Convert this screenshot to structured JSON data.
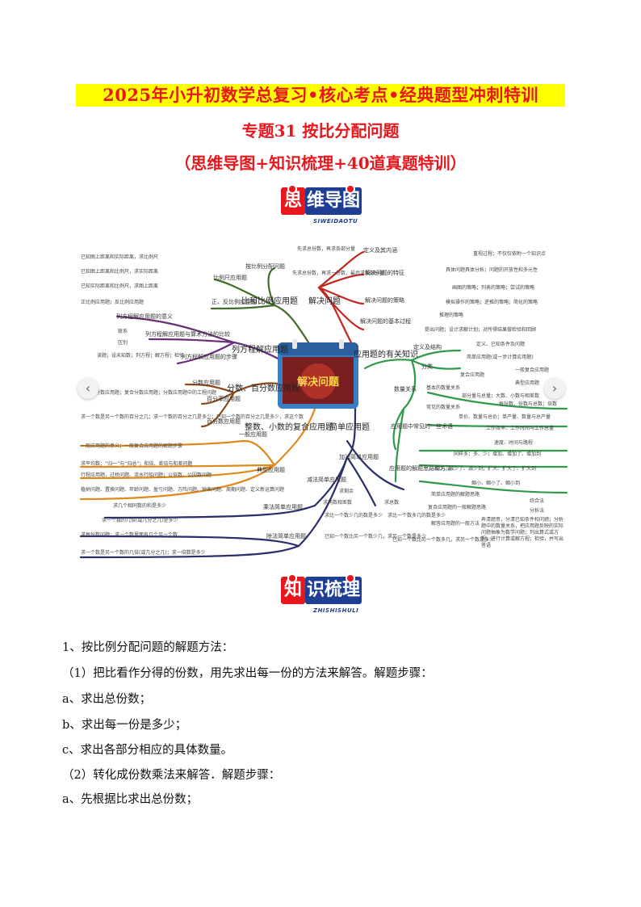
{
  "header": {
    "title_main": "2025年小升初数学总复习•核心考点•经典题型冲刺特训",
    "title_topic": "专题31  按比分配问题",
    "title_parts": "（思维导图+知识梳理+40道真题特训）"
  },
  "badges": {
    "mindmap_badge": {
      "part1": "思",
      "part2": "维导图",
      "sub": "SIWEIDAOTU"
    },
    "knowledge_badge": {
      "part1": "知",
      "part2": "识梳理",
      "sub": "ZHISHISHULI"
    }
  },
  "mindmap": {
    "center": "解决问题",
    "navigation": {
      "prev": "‹",
      "next": "›"
    },
    "branches": {
      "jiejue": {
        "label": "解决问题",
        "nodes": {
          "dingyi": "定义及其内涵",
          "tezheng": "解决问题的特征",
          "celue": "解决问题的策略",
          "guocheng": "解决问题的基本过程"
        },
        "leaves": [
          "重视过程；不仅仅依附一个知识点",
          "具体问题具体分析；问题的开放性和多元性",
          "画图的策略；列表的策略；尝试的策略",
          "模拟操作的策略；逆推的策略；简化的策略",
          "推理的策略",
          "提出问题；设计求解计划；对所得结果做检验和回顾"
        ]
      },
      "bili": {
        "label": "比和比例应用题",
        "nodes": {
          "fenpei": "按比例分配问题",
          "chi": "比例尺应用题",
          "zhengfan": "正、反比例应用题"
        },
        "leaves": [
          "先求总份数，再求各部分量",
          "先求总份数，再求一份数，最后求各部分量",
          "已知图上距离和实际距离，求比例尺",
          "已知图上距离和比例尺，求实际距离",
          "已知实际距离和比例尺，求图上距离",
          "正比例应用题；反比例应用题"
        ]
      },
      "fangcheng": {
        "label": "列方程解应用题",
        "nodes": {
          "yiyi": "列方程解应用题的意义",
          "bijiao": "列方程解应用题与算术方法的比较",
          "buzhou": "列方程解应用题的步骤"
        },
        "leaves": [
          "联系",
          "区别",
          "读题；设未知数；列方程；解方程；检验"
        ]
      },
      "fenshu": {
        "label": "分数、百分数应用题",
        "nodes": {
          "fenshu_app": "分数应用题",
          "baifenlv": "百分率应用题",
          "baifenshu": "百分数应用题"
        },
        "leaves": [
          "基本的分数应用题；复合分数应用题；分数应用题中的工程问题",
          "求一个数是另一个数的百分之几；求一个数的百分之几是多少；已知一个数的百分之几是多少，求这个数"
        ]
      },
      "zhengshu": {
        "label": "整数、小数的复合应用题",
        "nodes": {
          "yiban": "一般应用题",
          "dianxing": "典型应用题"
        },
        "leaves": [
          "一般应用题的意义；一般复合应用题的解题步骤",
          "求平均数；“归一”与“归总”；和倍、差倍与和差问题",
          "行程应用题，过桥问题、流水行船问题；公倍数、公因数问题",
          "植树问题、置换问题、年龄问题、盈亏问题、方阵问题、钟表问题、周期问题、定义新运算问题"
        ]
      },
      "jiandan": {
        "label": "简单应用题",
        "nodes": {
          "jiafa": "加法简单应用题",
          "jianfa": "减法简单应用题",
          "chengfa": "乘法简单应用题",
          "chufa": "除法简单应用题"
        },
        "leaves": [
          "求总数",
          "求剩余",
          "求两数相差数",
          "求比一个数少几的数是多少",
          "求比一个数多几的数是多少",
          "已知一个数比另一个数少几，求另一个数是多少",
          "已知一个数比另一个数多几，求另一个数是多少",
          "求几个相同数的和是多少",
          "求一个数的几倍(或几分之几)是多少",
          "求每份数问题；求一个数里面有几个另一个数",
          "求一个数是另一个数的几倍(或几分之几)；求一倍数是多少"
        ]
      },
      "zhishi": {
        "label": "应用题的有关知识",
        "nodes": {
          "dingyi_jiegou": "定义及结构",
          "fenlei": "分类",
          "shuliang": "数量关系",
          "shuyu": "应用题中常见的一些术语",
          "silu": "应用题的解题思路和方法"
        },
        "leaves": [
          "定义、已知条件及问题",
          "简单应用题(或一步计算应用题)",
          "复合应用题",
          "一般复合应用题",
          "典型应用题",
          "基本的数量关系",
          "常见的数量关系",
          "部分量与总量；大数、小数与相差数",
          "每份数、份数与总数；倍数",
          "单价、数量与总价；单产量、数量与总产量",
          "工作效率、工作时间与工作总量",
          "速度、时间与路程",
          "同样多；多、少；增加、增加了、增加到",
          "减少、减少了、减少到；扩大、扩大了、扩大到",
          "缩小、缩小了、缩小到",
          "简单应用题的解题思路",
          "复合应用题的一般解题思路",
          "综合法",
          "分析法",
          "解答应用题的一般方法",
          "弄清题意，分清已知条件和问题；分析题中的数量关系，把应用题反映的实际问题抽象为数学问题；列出算式或方程，进行计算或解方程；检验，并写出答语"
        ]
      }
    }
  },
  "content": {
    "l1": "1、按比例分配问题的解题方法：",
    "l2": "（1）把比看作分得的份数，用先求出每一份的方法来解答。解题步骤：",
    "l3": "a、求出总份数；",
    "l4": "b、求出每一份是多少；",
    "l5": "c、求出各部分相应的具体数量。",
    "l6": "（2）转化成份数乘法来解答．解题步骤：",
    "l7": "a、先根据比求出总份数；"
  },
  "colors": {
    "title_red": "#e8171e",
    "title_bg": "#ffff00",
    "badge_red": "#e8171e",
    "badge_blue": "#1d3e93",
    "branch_red": "#c0281f",
    "branch_dgreen": "#3f6e2a",
    "branch_purple": "#6a2f7a",
    "branch_brown": "#8a4a1c",
    "branch_orange": "#e08a1e",
    "branch_navy": "#2a2f6a",
    "branch_green": "#2e9a4a"
  }
}
